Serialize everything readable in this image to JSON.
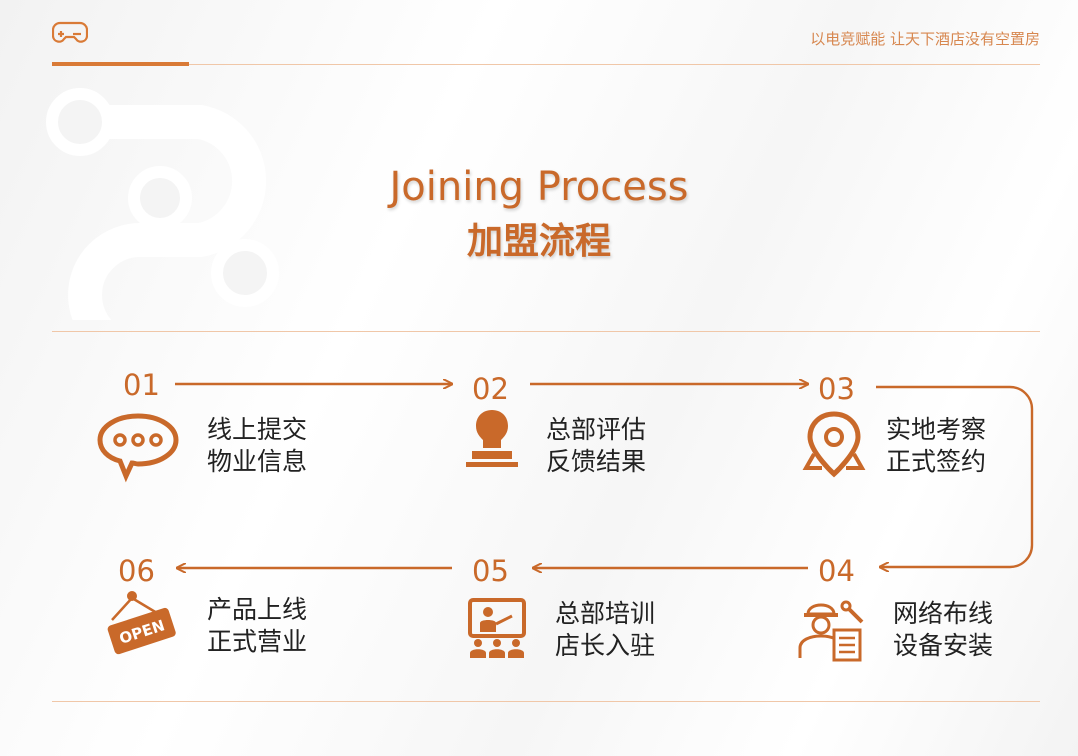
{
  "header": {
    "tagline": "以电竞赋能 让天下酒店没有空置房",
    "logo_icon": "gamepad-icon"
  },
  "title": {
    "en": "Joining Process",
    "zh": "加盟流程"
  },
  "colors": {
    "accent": "#c9692a",
    "accent_light": "#f0c7a8"
  },
  "steps": [
    {
      "num": "01",
      "line1": "线上提交",
      "line2": "物业信息",
      "icon": "chat-bubble-icon"
    },
    {
      "num": "02",
      "line1": "总部评估",
      "line2": "反馈结果",
      "icon": "stamp-icon"
    },
    {
      "num": "03",
      "line1": "实地考察",
      "line2": "正式签约",
      "icon": "location-pin-icon"
    },
    {
      "num": "04",
      "line1": "网络布线",
      "line2": "设备安装",
      "icon": "engineer-checklist-icon"
    },
    {
      "num": "05",
      "line1": "总部培训",
      "line2": "店长入驻",
      "icon": "training-board-icon"
    },
    {
      "num": "06",
      "line1": "产品上线",
      "line2": "正式营业",
      "icon": "open-sign-icon"
    }
  ]
}
